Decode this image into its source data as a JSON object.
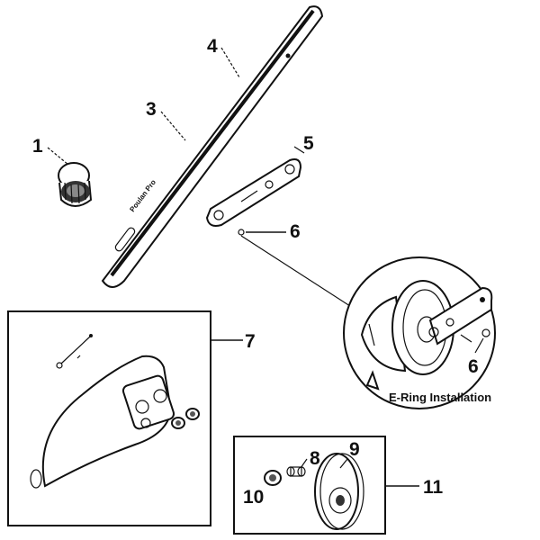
{
  "callouts": {
    "c1": "1",
    "c2": "3",
    "c3": "4",
    "c4": "5",
    "c5": "6",
    "c6": "6",
    "c7": "7",
    "c8": "8",
    "c9": "9",
    "c10": "10",
    "c11": "11"
  },
  "detail": {
    "caption": "E-Ring Installation"
  },
  "bar": {
    "imprint": "Poulan Pro"
  }
}
